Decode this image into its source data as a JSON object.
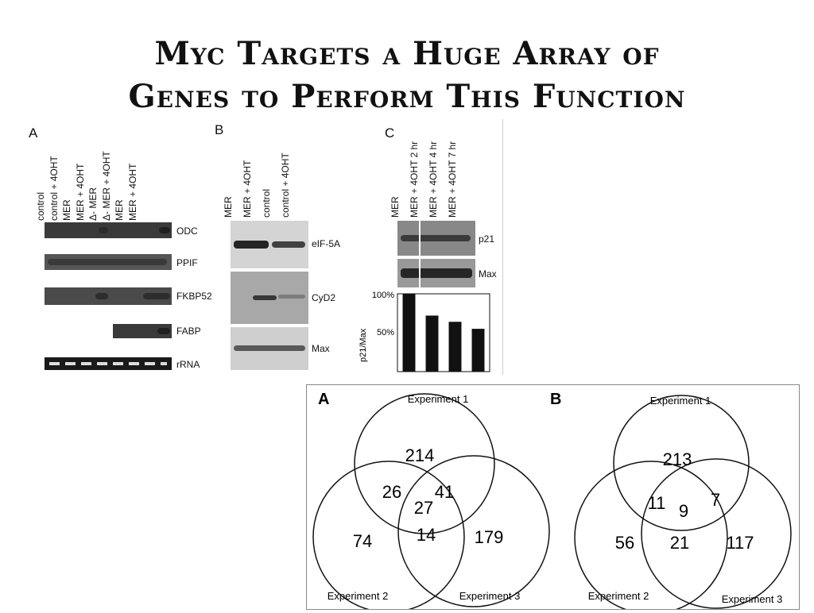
{
  "slide": {
    "title_line1": "Myc Targets a Huge Array of",
    "title_line2": "Genes to Perform This Function"
  },
  "panel_a": {
    "letter": "A",
    "lanes": [
      "control",
      "control + 4OHT",
      "MER",
      "MER + 4OHT",
      "Δ- MER",
      "Δ- MER + 4OHT",
      "MER",
      "MER + 4OHT"
    ],
    "genes": [
      "ODC",
      "PPIF",
      "FKBP52",
      "FABP",
      "rRNA"
    ]
  },
  "panel_b": {
    "letter": "B",
    "lanes": [
      "MER",
      "MER + 4OHT",
      "control",
      "control + 4OHT"
    ],
    "genes": [
      "eIF-5A",
      "CyD2",
      "Max"
    ]
  },
  "panel_c": {
    "letter": "C",
    "lanes": [
      "MER",
      "MER + 4OHT 2 hr",
      "MER + 4OHT 4 hr",
      "MER + 4OHT 7 hr"
    ],
    "genes": [
      "p21",
      "Max"
    ],
    "chart": {
      "ylabel": "p21/Max",
      "ticks": [
        "100%",
        "50%"
      ]
    }
  },
  "chart_data": {
    "type": "bar",
    "categories": [
      "MER",
      "MER + 4OHT 2 hr",
      "MER + 4OHT 4 hr",
      "MER + 4OHT 7 hr"
    ],
    "values": [
      100,
      72,
      64,
      55
    ],
    "ylabel": "p21/Max",
    "ylim": [
      0,
      100
    ]
  },
  "venn_a": {
    "letter": "A",
    "labels": [
      "Experiment 1",
      "Experiment 2",
      "Experiment 3"
    ],
    "counts": {
      "only1": "214",
      "only2": "74",
      "only3": "179",
      "ab": "26",
      "ac": "41",
      "bc": "14",
      "abc": "27"
    }
  },
  "venn_b": {
    "letter": "B",
    "labels": [
      "Experiment 1",
      "Experiment 2",
      "Experiment 3"
    ],
    "counts": {
      "only1": "213",
      "only2": "56",
      "only3": "117",
      "ab": "11",
      "ac": "7",
      "bc": "21",
      "abc": "9"
    }
  }
}
